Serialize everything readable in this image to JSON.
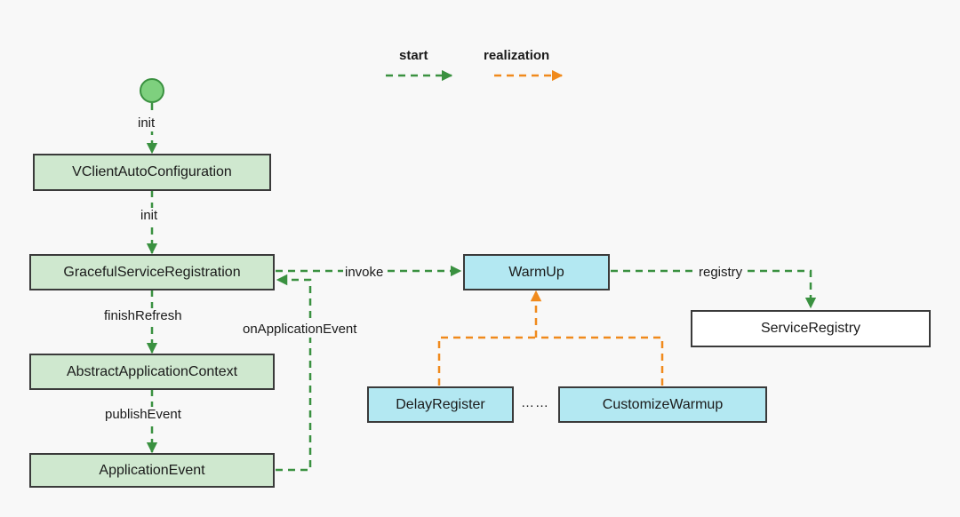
{
  "legend": {
    "start_label": "start",
    "realization_label": "realization",
    "start_color": "#3a9140",
    "realization_color": "#f08a1c"
  },
  "colors": {
    "green_node_fill": "#cfe8cf",
    "cyan_node_fill": "#b3e8f2",
    "start_circle": "#7ed07e"
  },
  "nodes": {
    "vclient": "VClientAutoConfiguration",
    "graceful": "GracefulServiceRegistration",
    "abstract_ctx": "AbstractApplicationContext",
    "app_event": "ApplicationEvent",
    "warmup": "WarmUp",
    "service_registry": "ServiceRegistry",
    "delay_register": "DelayRegister",
    "customize_warmup": "CustomizeWarmup"
  },
  "edges": {
    "init1": "init",
    "init2": "init",
    "finish_refresh": "finishRefresh",
    "publish_event": "publishEvent",
    "on_application_event": "onApplicationEvent",
    "invoke": "invoke",
    "registry": "registry"
  },
  "misc": {
    "ellipsis": "……"
  }
}
